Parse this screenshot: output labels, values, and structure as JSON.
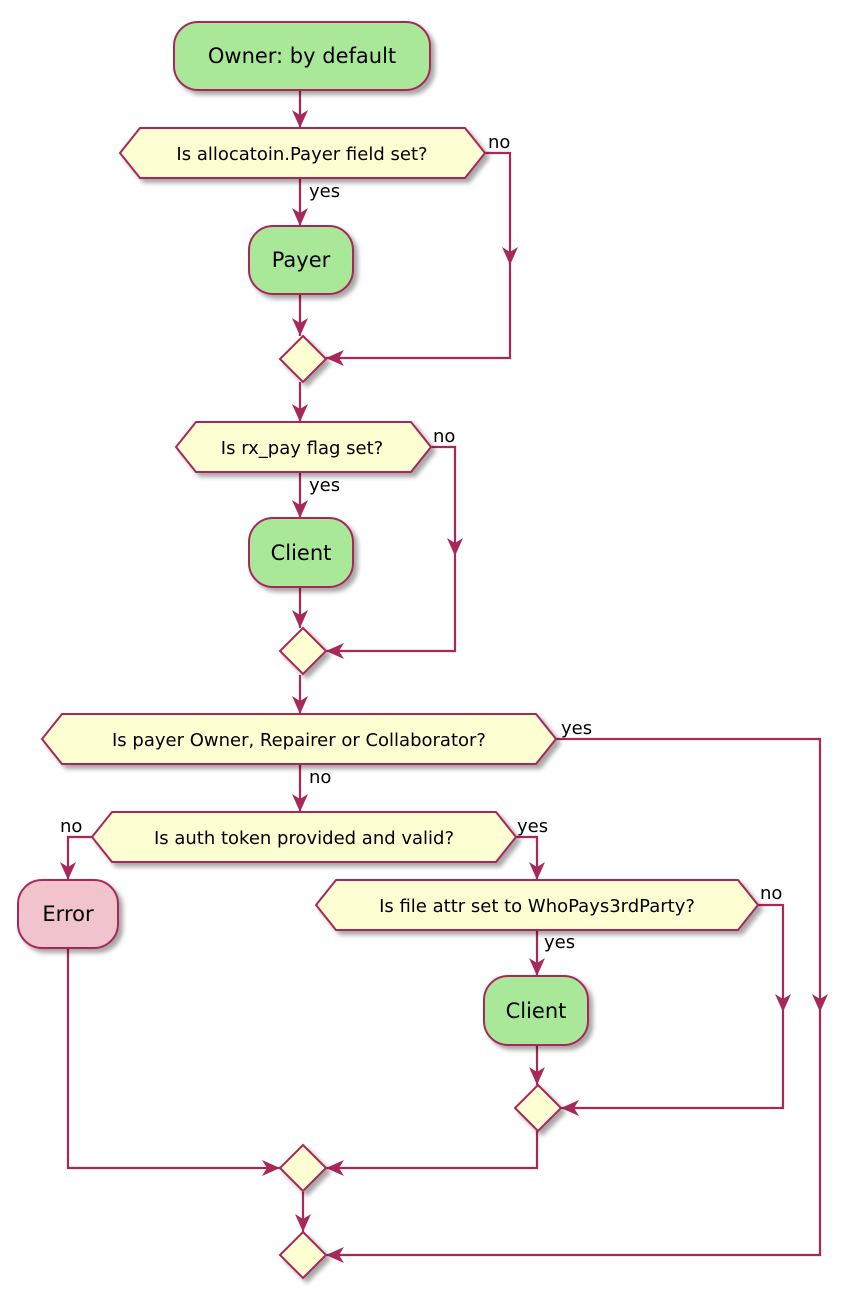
{
  "colors": {
    "action_fill": "#a9e898",
    "error_fill": "#f1c3cc",
    "condition_fill": "#fefed3",
    "stroke": "#a8285a",
    "arrow": "#a8285a"
  },
  "nodes": {
    "start": "Owner: by default",
    "payer": "Payer",
    "client_rx": "Client",
    "error": "Error",
    "client_3rd": "Client"
  },
  "conditions": {
    "payer_field": "Is allocatoin.Payer field set?",
    "rx_pay": "Is rx_pay flag set?",
    "payer_type": "Is payer Owner, Repairer or Collaborator?",
    "auth_token": "Is auth token provided and valid?",
    "file_attr": "Is file attr set to WhoPays3rdParty?"
  },
  "edge_labels": {
    "payer_field_yes": "yes",
    "payer_field_no": "no",
    "rx_pay_yes": "yes",
    "rx_pay_no": "no",
    "payer_type_yes": "yes",
    "payer_type_no": "no",
    "auth_no": "no",
    "auth_yes": "yes",
    "file_attr_yes": "yes",
    "file_attr_no": "no"
  }
}
